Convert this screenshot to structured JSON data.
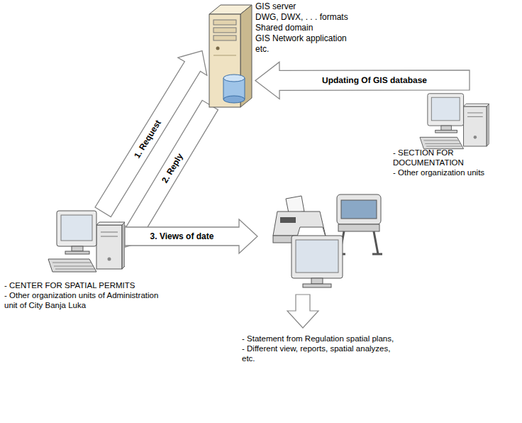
{
  "diagram": {
    "nodes": [
      {
        "text": [
          "GIS server",
          "DWG, DWX, . . . formats",
          "Shared domain",
          "GIS Network application",
          "etc."
        ]
      },
      {
        "text": [
          "- SECTION FOR DOCUMENTATION",
          "- Other organization units"
        ]
      },
      {
        "text": [
          "- CENTER FOR SPATIAL PERMITS",
          "- Other organization units of Administration unit of City Banja Luka"
        ]
      },
      {
        "text": [
          "- Statement from Regulation spatial plans,",
          "- Different view, reports, spatial analyzes, etc."
        ]
      }
    ],
    "edges": [
      {
        "from": 2,
        "to": 0,
        "label": "1. Request",
        "arrow": "to"
      },
      {
        "from": 0,
        "to": 2,
        "label": "2. Reply",
        "arrow": "to"
      },
      {
        "from": 1,
        "to": 0,
        "label": "Updating Of GIS database",
        "arrow": "to"
      },
      {
        "from": 2,
        "to": 3,
        "label": "3. Views of date",
        "arrow": "to"
      }
    ]
  }
}
